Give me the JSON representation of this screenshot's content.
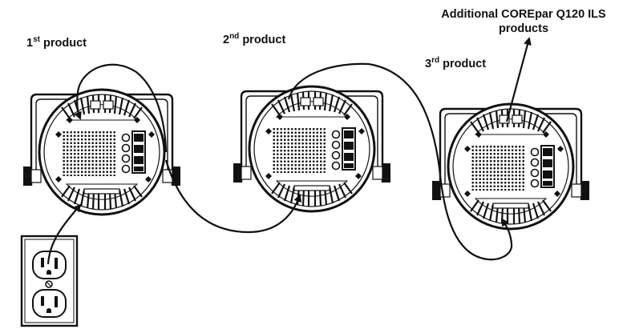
{
  "labels": {
    "first": {
      "ordinal": "1",
      "suffix": "st",
      "text": "product"
    },
    "second": {
      "ordinal": "2",
      "suffix": "nd",
      "text": "product"
    },
    "third": {
      "ordinal": "3",
      "suffix": "rd",
      "text": "product"
    },
    "additional": {
      "line1": "Additional COREpar Q120 ILS",
      "line2": "products"
    }
  },
  "colors": {
    "ink": "#111111",
    "background": "#ffffff"
  },
  "icons": [
    "par-light-fixture",
    "wall-outlet",
    "power-cable",
    "arrow"
  ]
}
